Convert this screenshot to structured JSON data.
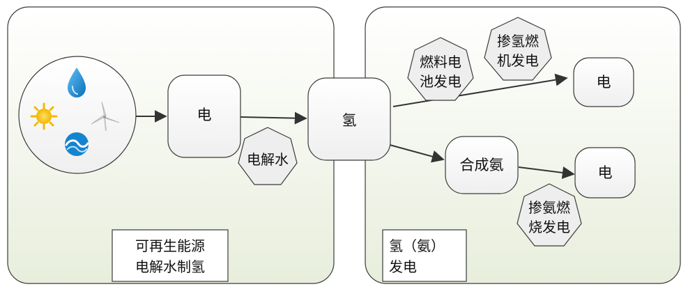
{
  "panel_left": {
    "caption_line1": "可再生能源",
    "caption_line2": "电解水制氢"
  },
  "panel_right": {
    "caption_line1": "氢（氨）",
    "caption_line2": "发电"
  },
  "nodes": {
    "electricity_input": "电",
    "hydrogen": "氢",
    "ammonia_synthesis": "合成氨",
    "electricity_out_top": "电",
    "electricity_out_bottom": "电"
  },
  "processes": {
    "electrolysis": "电解水",
    "fuel_cell_line1": "燃料电",
    "fuel_cell_line2": "池发电",
    "hydrogen_gas_turbine_line1": "掺氢燃",
    "hydrogen_gas_turbine_line2": "机发电",
    "ammonia_combustion_line1": "掺氨燃",
    "ammonia_combustion_line2": "烧发电"
  },
  "icons": [
    "water-drop-icon",
    "sun-icon",
    "wind-turbine-icon",
    "wave-icon"
  ],
  "colors": {
    "panel_top": "#ffffff",
    "panel_bottom": "#e9eedd",
    "node_fill": "#f7f7f7",
    "heptagon_fill": "#eeeeee",
    "stroke": "#3a3a3a",
    "water": "#1f8fd8",
    "sun": "#f5c400"
  }
}
